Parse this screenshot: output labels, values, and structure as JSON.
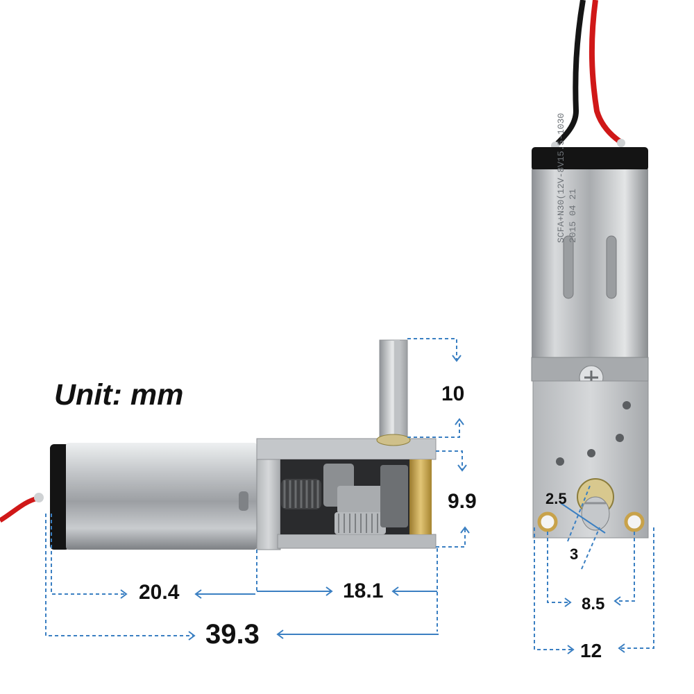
{
  "unit_label": "Unit: mm",
  "dimensions": {
    "shaft_length": "10",
    "gearbox_height": "9.9",
    "motor_length": "20.4",
    "gearbox_length": "18.1",
    "total_length": "39.3",
    "shaft_flat": "2.5",
    "shaft_diameter": "3",
    "hole_spacing": "8.5",
    "width": "12"
  },
  "motor_print": {
    "line1": "SCFA+N30(12V-8V15.5-1030",
    "line2": "2015 04 21"
  },
  "colors": {
    "dimension_line": "#3a7fc2",
    "wire_red": "#d01818",
    "wire_black": "#151515",
    "metal": "#b9bcbf",
    "brass": "#c8a24a"
  }
}
